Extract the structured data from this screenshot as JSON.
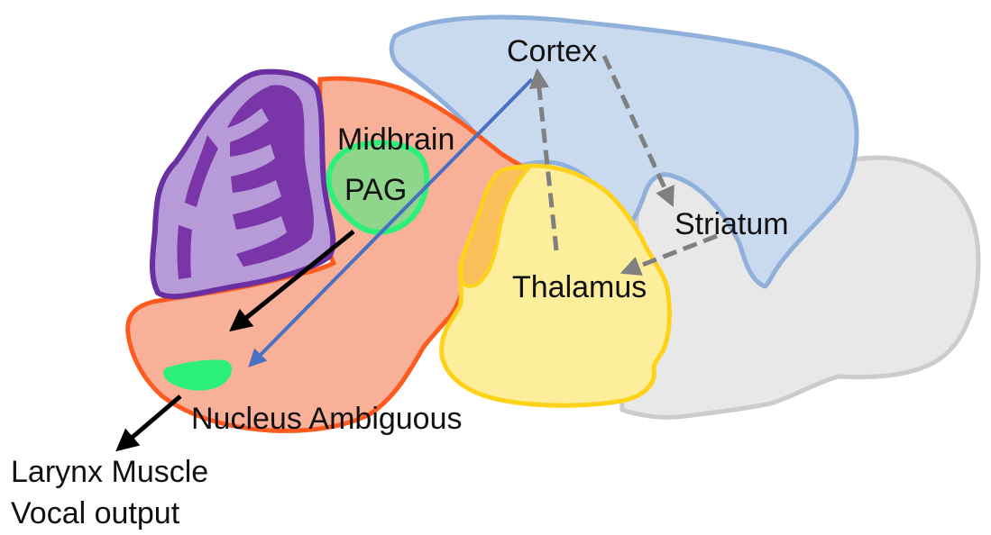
{
  "labels": {
    "cortex": "Cortex",
    "midbrain": "Midbrain",
    "pag": "PAG",
    "striatum": "Striatum",
    "thalamus": "Thalamus",
    "nucleus_ambiguous": "Nucleus Ambiguous",
    "larynx_line1": "Larynx Muscle",
    "larynx_line2": "Vocal output"
  },
  "colors": {
    "cortex_fill": "#c9d9ee",
    "cortex_stroke": "#8fb0da",
    "brainstem_fill": "#f8b098",
    "brainstem_stroke": "#ff5a1f",
    "cerebellum_fill": "#b79ad8",
    "cerebellum_stroke": "#6a2fa0",
    "cerebellum_folia": "#7a35a8",
    "thalamus_fill": "#fdee9c",
    "thalamus_stroke": "#ffd21a",
    "thalamus_edge": "#fbbf5a",
    "striatum_fill": "#e8e8e8",
    "striatum_stroke": "#cccccc",
    "pag_fill": "#8fd68c",
    "pag_stroke": "#2cf07a",
    "nucleus_fill": "#2cf07a",
    "direct_arrow": "#4a70c4",
    "indirect_arrow": "#808080",
    "output_arrow": "#000000"
  }
}
